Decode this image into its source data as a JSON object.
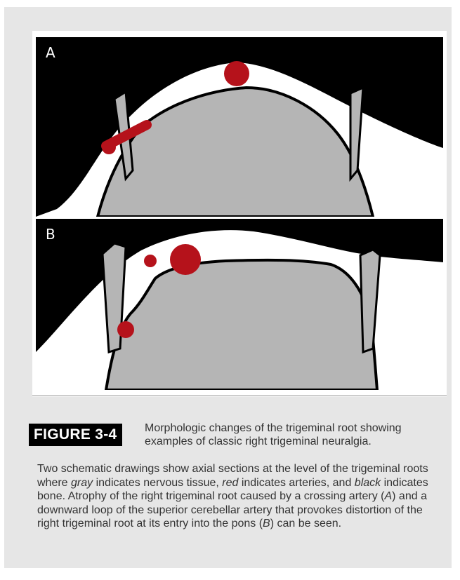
{
  "figure": {
    "panels": [
      {
        "letter": "A"
      },
      {
        "letter": "B"
      }
    ],
    "label": "FIGURE 3-4",
    "caption_first_part": "Morphologic changes of the trigeminal root showing examples of classic right trigeminal neuralgia.",
    "caption_segments": [
      {
        "text": "Two schematic drawings show axial sections at the level of the trigeminal roots where ",
        "italic": false
      },
      {
        "text": "gray",
        "italic": true
      },
      {
        "text": " indicates nervous tissue, ",
        "italic": false
      },
      {
        "text": "red",
        "italic": true
      },
      {
        "text": " indicates arteries, and ",
        "italic": false
      },
      {
        "text": "black",
        "italic": true
      },
      {
        "text": " indicates bone. Atrophy of the right trigeminal root caused by a crossing artery (",
        "italic": false
      },
      {
        "text": "A",
        "italic": true
      },
      {
        "text": ") and a downward loop of the superior cerebellar artery that provokes distortion of the right trigeminal root at its entry into the pons (",
        "italic": false
      },
      {
        "text": "B",
        "italic": true
      },
      {
        "text": ") can be seen.",
        "italic": false
      }
    ],
    "colors": {
      "nervous_tissue": "#b5b5b5",
      "arteries": "#b5121b",
      "bone": "#000000",
      "csf": "#ffffff",
      "label_bg": "#000000",
      "box_bg": "#e6e6e6"
    }
  }
}
